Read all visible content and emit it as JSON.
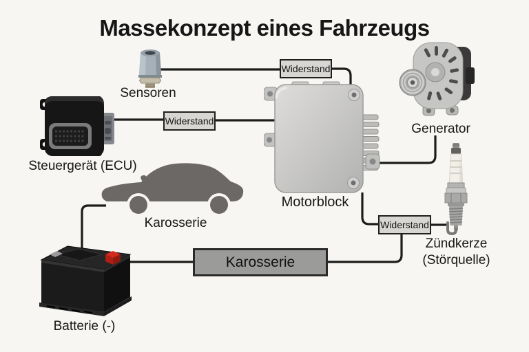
{
  "title": "Massekonzept eines Fahrzeugs",
  "diagram": {
    "components": {
      "sensoren": {
        "label": "Sensoren",
        "icon": "sensor-icon"
      },
      "steuergeraet": {
        "label": "Steuergerät (ECU)",
        "icon": "ecu-icon"
      },
      "motorblock": {
        "label": "Motorblock",
        "icon": "engine-block-icon"
      },
      "generator": {
        "label": "Generator",
        "icon": "alternator-icon"
      },
      "zuendkerze": {
        "label": "Zündkerze",
        "sublabel": "(Störquelle)",
        "icon": "spark-plug-icon"
      },
      "karosserie": {
        "label": "Karosserie",
        "icon": "car-body-icon"
      },
      "batterie": {
        "label": "Batterie (-)",
        "icon": "battery-icon"
      }
    },
    "resistors": {
      "top": {
        "label": "Widerstand"
      },
      "left": {
        "label": "Widerstand"
      },
      "right": {
        "label": "Widerstand"
      }
    },
    "ground_bus": {
      "label": "Karosserie"
    }
  },
  "colors": {
    "background": "#f8f6f2",
    "text": "#161616",
    "wire": "#1c1c1c",
    "resistor_fill": "#d8d6d3",
    "resistor_border": "#1f1f1f",
    "ground_bus_fill": "#9b9b99",
    "ground_bus_border": "#2a2a2a",
    "car_silhouette": "#6c6866",
    "battery_red_terminal": "#d42a1e"
  }
}
